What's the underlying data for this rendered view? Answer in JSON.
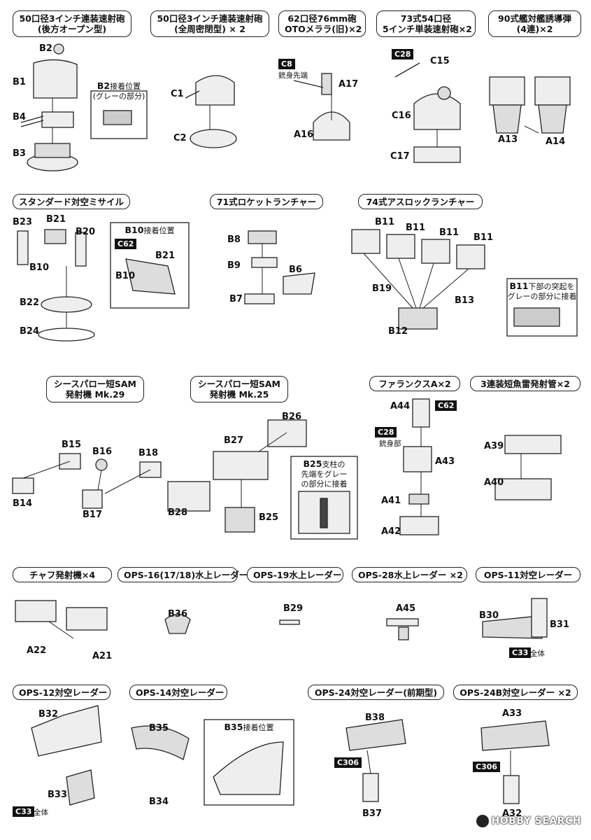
{
  "section_titles": [
    {
      "l1": "50口径3インチ連装速射砲",
      "l2": "(後方オープン型)"
    },
    {
      "l1": "50口径3インチ連装速射砲",
      "l2": "(全周密閉型) × 2"
    },
    {
      "l1": "62口径76mm砲",
      "l2": "OTOメララ(旧)×2"
    },
    {
      "l1": "73式54口径",
      "l2": "5インチ単装速射砲×2"
    },
    {
      "l1": "90式艦対艦誘導弾",
      "l2": "(4連)×2"
    },
    {
      "l1": "スタンダード対空ミサイル",
      "l2": ""
    },
    {
      "l1": "71式ロケットランチャー",
      "l2": ""
    },
    {
      "l1": "74式アスロックランチャー",
      "l2": ""
    },
    {
      "l1": "シースパロー短SAM",
      "l2": "発射機 Mk.29"
    },
    {
      "l1": "シースパロー短SAM",
      "l2": "発射機 Mk.25"
    },
    {
      "l1": "ファランクスA×2",
      "l2": ""
    },
    {
      "l1": "3連装短魚雷発射管×2",
      "l2": ""
    },
    {
      "l1": "チャフ発射機×4",
      "l2": ""
    },
    {
      "l1": "OPS-16(17/18)水上レーダー",
      "l2": ""
    },
    {
      "l1": "OPS-19水上レーダー",
      "l2": ""
    },
    {
      "l1": "OPS-28水上レーダー ×2",
      "l2": ""
    },
    {
      "l1": "OPS-11対空レーダー",
      "l2": ""
    },
    {
      "l1": "OPS-12対空レーダー",
      "l2": ""
    },
    {
      "l1": "OPS-14対空レーダー",
      "l2": ""
    },
    {
      "l1": "OPS-24対空レーダー(前期型)",
      "l2": ""
    },
    {
      "l1": "OPS-24B対空レーダー ×2",
      "l2": ""
    }
  ],
  "part_labels": [
    "B2",
    "B1",
    "B4",
    "B3",
    "C1",
    "C2",
    "A17",
    "A16",
    "C15",
    "C16",
    "C17",
    "A13",
    "A14",
    "B23",
    "B21",
    "B20",
    "B10",
    "B21",
    "B10",
    "B22",
    "B24",
    "B8",
    "B9",
    "B6",
    "B7",
    "B11",
    "B11",
    "B11",
    "B11",
    "B19",
    "B13",
    "B12",
    "B15",
    "B16",
    "B18",
    "B14",
    "B17",
    "B26",
    "B27",
    "B28",
    "B25",
    "A44",
    "A43",
    "A41",
    "A42",
    "A39",
    "A40",
    "A22",
    "A21",
    "B36",
    "B29",
    "A45",
    "B30",
    "B31",
    "B32",
    "B33",
    "B35",
    "B34",
    "B38",
    "B37",
    "A33",
    "A32"
  ],
  "color_tags": [
    "C8",
    "C28",
    "C62",
    "C28",
    "C62",
    "C33",
    "C33",
    "C306",
    "C306"
  ],
  "notes": {
    "b2_box": {
      "title": "B2",
      "text1": "接着位置",
      "text2": "(グレーの部分)"
    },
    "b10_box": {
      "title": "B10",
      "text1": "接着位置"
    },
    "b11_box": {
      "title": "B11",
      "text1": "下部の突起を",
      "text2": "グレーの部分に接着"
    },
    "b25_box": {
      "title": "B25",
      "text1": "支柱の",
      "text2": "先端をグレー",
      "text3": "の部分に接着"
    },
    "b35_box": {
      "title": "B35",
      "text1": "接着位置"
    },
    "c8_sub": "銃身先端",
    "c28_sub": "銃身部",
    "zentai": "全体"
  },
  "watermark": "HOBBY SEARCH"
}
